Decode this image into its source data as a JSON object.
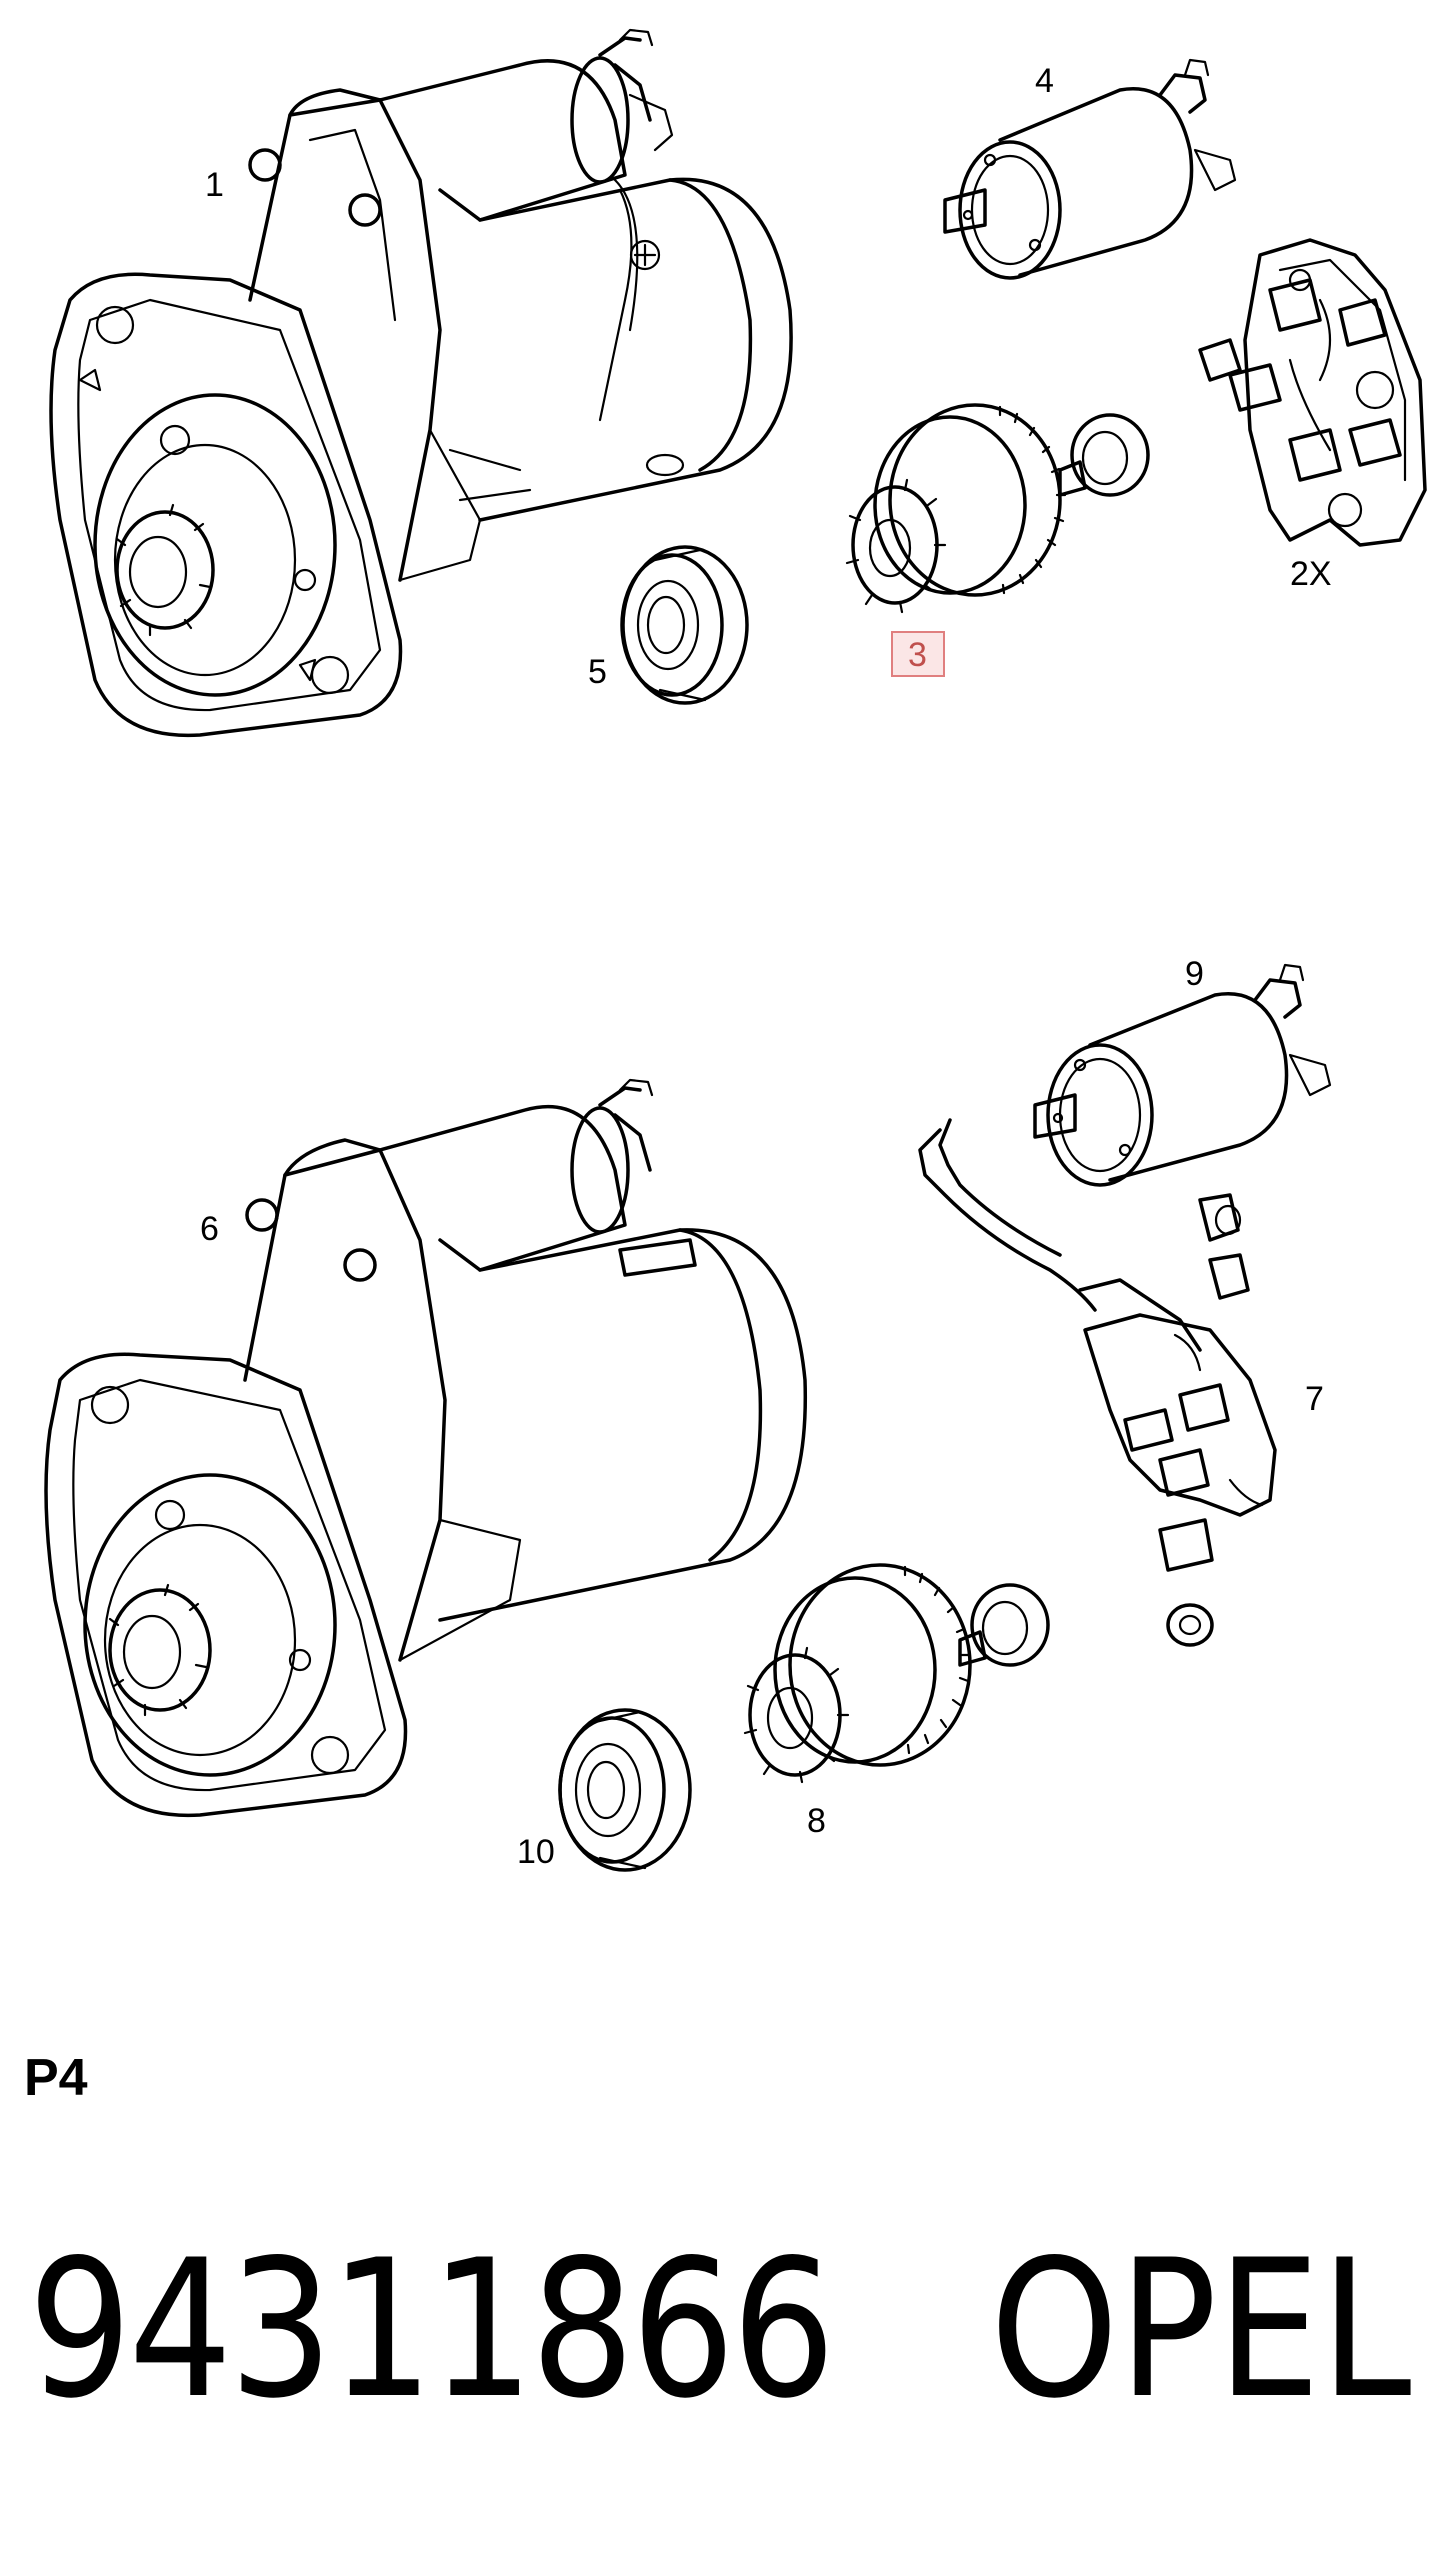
{
  "diagram": {
    "callouts": {
      "c1": "1",
      "c2x": "2X",
      "c3": "3",
      "c4": "4",
      "c5": "5",
      "c6": "6",
      "c7": "7",
      "c8": "8",
      "c9": "9",
      "c10": "10"
    },
    "highlight_color": "#c0504d"
  },
  "page_label": "P4",
  "footer": {
    "part_number": "94311866",
    "brand": "OPEL"
  }
}
